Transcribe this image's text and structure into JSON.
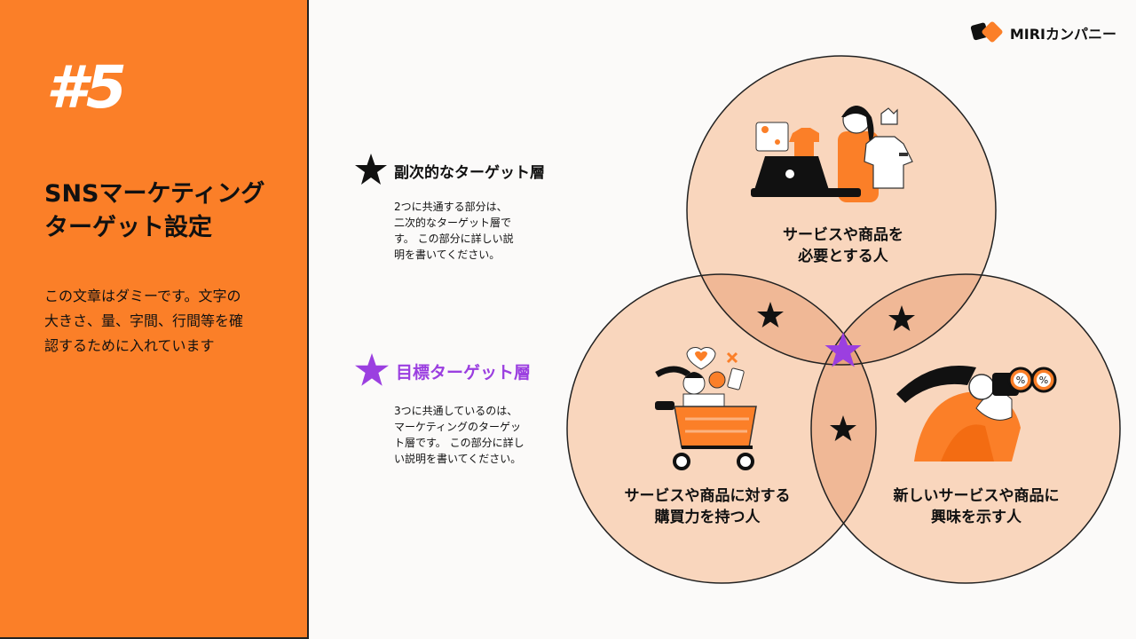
{
  "slide": {
    "number": "#5",
    "title_line1": "SNSマーケティング",
    "title_line2": "ターゲット設定",
    "desc_line1": "この文章はダミーです。文字の",
    "desc_line2": "大きさ、量、字間、行間等を確",
    "desc_line3": "認するために入れています"
  },
  "brand": {
    "name": "MIRIカンパニー",
    "logo_icon": "miri-logo-icon"
  },
  "legend": {
    "secondary": {
      "label": "副次的なターゲット層",
      "lines": [
        "2つに共通する部分は、",
        "二次的なターゲット層で",
        "す。 この部分に詳しい説",
        "明を書いてください。"
      ],
      "star_color": "#111111"
    },
    "primary": {
      "label": "目標ターゲット層",
      "lines": [
        "3つに共通しているのは、",
        "マーケティングのターゲッ",
        "ト層です。 この部分に詳し",
        "い説明を書いてください。"
      ],
      "star_color": "#9b3fe0"
    }
  },
  "venn": {
    "top": {
      "line1": "サービスや商品を",
      "line2": "必要とする人",
      "illustration": "online-shopper-icon"
    },
    "left": {
      "line1": "サービスや商品に対する",
      "line2": "購買力を持つ人",
      "illustration": "shopping-cart-icon"
    },
    "right": {
      "line1": "新しいサービスや商品に",
      "line2": "興味を示す人",
      "illustration": "binoculars-icon"
    }
  },
  "colors": {
    "accent": "#fb7f28",
    "circle_fill": "#f9d6bd",
    "overlap_fill": "#f0b896",
    "center_fill": "#e7a37c",
    "purple": "#9b3fe0"
  }
}
